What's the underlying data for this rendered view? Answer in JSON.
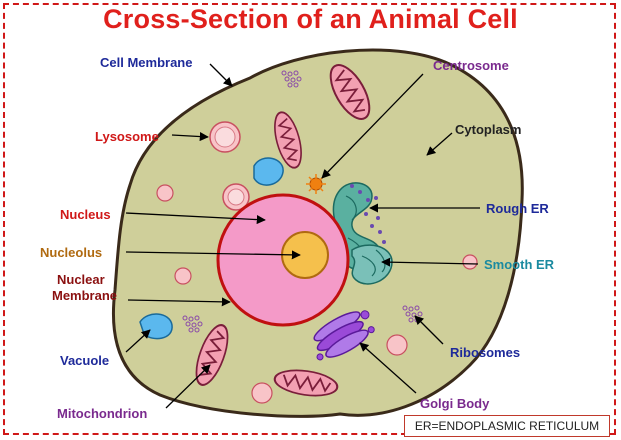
{
  "title": "Cross-Section of an Animal Cell",
  "labels": {
    "cell_membrane": "Cell Membrane",
    "centrosome": "Centrosome",
    "lysosome": "Lysosome",
    "cytoplasm": "Cytoplasm",
    "nucleus": "Nucleus",
    "rough_er": "Rough ER",
    "nucleolus": "Nucleolus",
    "smooth_er": "Smooth ER",
    "nuclear_membrane_line1": "Nuclear",
    "nuclear_membrane_line2": "Membrane",
    "vacuole": "Vacuole",
    "ribosomes": "Ribosomes",
    "mitochondrion": "Mitochondrion",
    "golgi_body": "Golgi Body"
  },
  "footnote": "ER=ENDOPLASMIC RETICULUM",
  "colors": {
    "title": "#e0201c",
    "blue_label": "#1e2a9a",
    "purple_label": "#7a2a8e",
    "red_label": "#d01818",
    "brown_label": "#b06a10",
    "dark_red_label": "#8b1010",
    "teal_label": "#1a8aa0",
    "cytoplasm": "#cfcf9a",
    "cell_outline": "#3a2a1a",
    "nucleus": "#f49ac8",
    "nuclear_membrane": "#c01010",
    "nucleolus": "#f5c04c",
    "mitochondria": "#c05a78",
    "vacuole": "#5bb8ee",
    "golgi": "#9a4ad8",
    "rough_er": "#5ab0a0",
    "lysosome": "#f8c4c8",
    "centrosome": "#f08010"
  }
}
